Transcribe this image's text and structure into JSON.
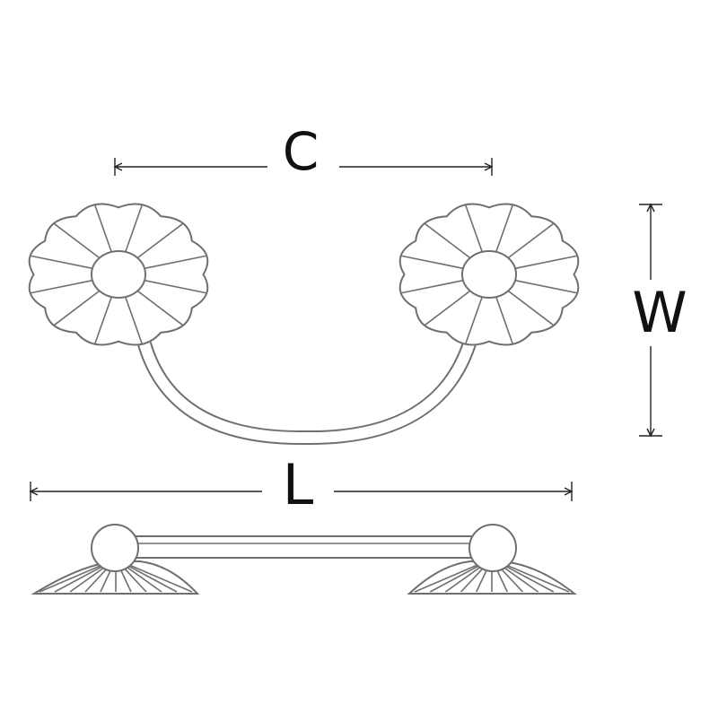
{
  "diagram": {
    "dimensions": {
      "c_label": "C",
      "w_label": "W",
      "l_label": "L"
    },
    "colors": {
      "line": "#6f6f6f",
      "dimension_line": "#222222",
      "background": "#ffffff"
    }
  }
}
